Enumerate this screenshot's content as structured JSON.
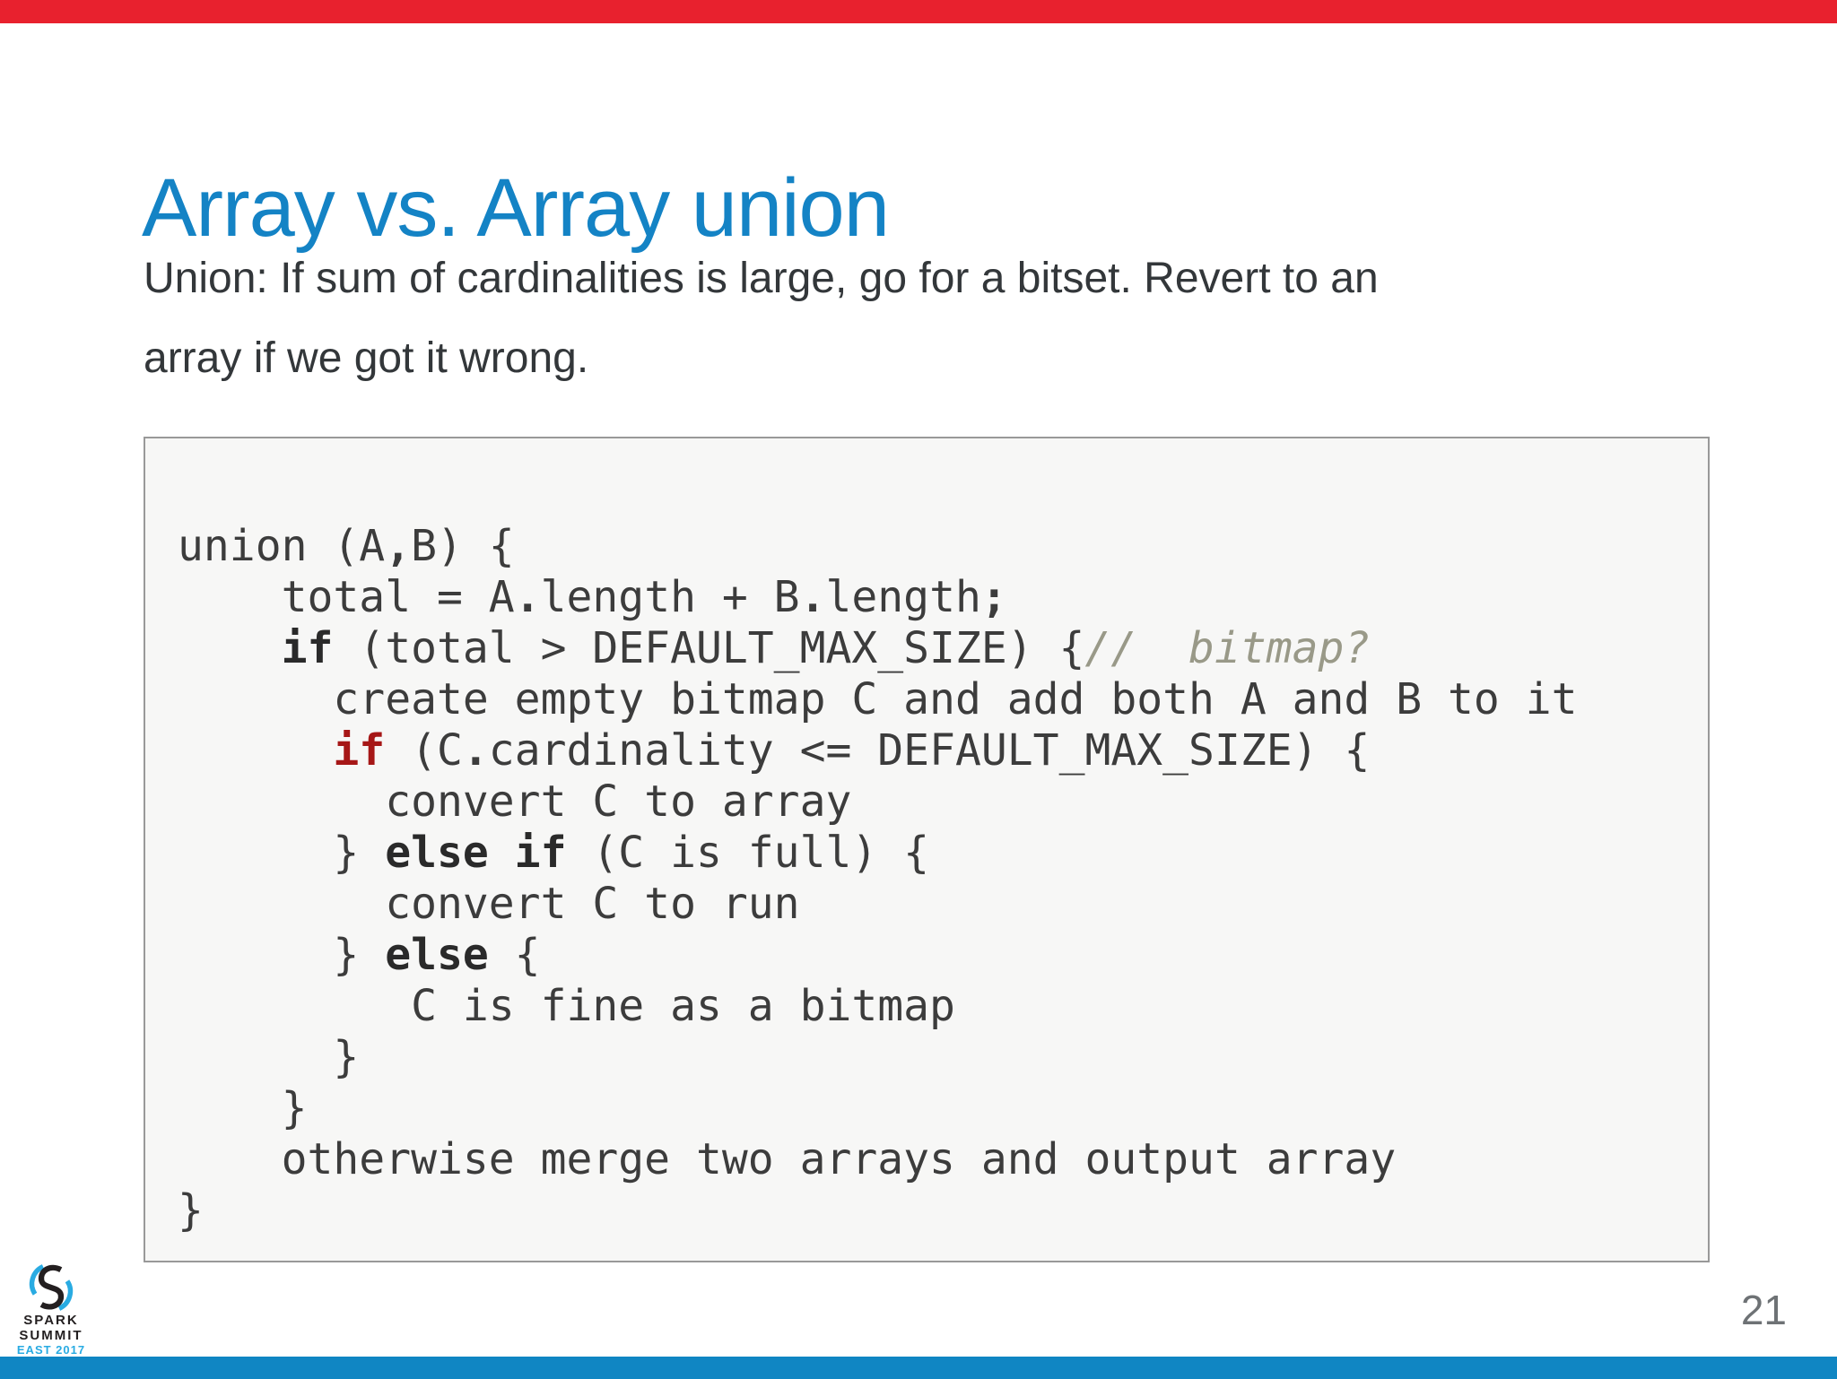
{
  "slide": {
    "title": "Array vs. Array union",
    "body_line1": "Union: If sum of cardinalities is large, go for a bitset. Revert to an",
    "body_line2": "array if we got it wrong.",
    "page_number": "21"
  },
  "logo": {
    "icon": "spark-summit-swirl-icon",
    "line1": "SPARK",
    "line2": "SUMMIT",
    "line3": "EAST 2017"
  },
  "colors": {
    "bar_red": "#e8212e",
    "bar_blue": "#1086c3",
    "title_blue": "#1483c5",
    "text_dark": "#33373a",
    "code_bg": "#f7f7f6",
    "code_border": "#999999",
    "code_text": "#3c3c3c",
    "keyword_black": "#2a2a2a",
    "keyword_red": "#a61717",
    "comment_gray": "#999988",
    "logo_black": "#231f20",
    "logo_blue": "#29abe2",
    "page_gray": "#6e7275"
  },
  "code": {
    "lines": [
      [
        {
          "t": "union (A",
          "s": "p"
        },
        {
          "t": ",",
          "s": "b"
        },
        {
          "t": "B) {",
          "s": "p"
        }
      ],
      [
        {
          "t": "    total = A",
          "s": "p"
        },
        {
          "t": ".",
          "s": "b"
        },
        {
          "t": "length + B",
          "s": "p"
        },
        {
          "t": ".",
          "s": "b"
        },
        {
          "t": "length",
          "s": "p"
        },
        {
          "t": ";",
          "s": "b"
        }
      ],
      [
        {
          "t": "    ",
          "s": "p"
        },
        {
          "t": "if",
          "s": "k"
        },
        {
          "t": " (total > DEFAULT_MAX_SIZE) {",
          "s": "p"
        },
        {
          "t": "//  bitmap?",
          "s": "c"
        }
      ],
      [
        {
          "t": "      create empty bitmap C and add both A and B to it",
          "s": "p"
        }
      ],
      [
        {
          "t": "      ",
          "s": "p"
        },
        {
          "t": "if",
          "s": "kr"
        },
        {
          "t": " (C",
          "s": "p"
        },
        {
          "t": ".",
          "s": "b"
        },
        {
          "t": "cardinality <= DEFAULT_MAX_SIZE) {",
          "s": "p"
        }
      ],
      [
        {
          "t": "        convert C to array",
          "s": "p"
        }
      ],
      [
        {
          "t": "      } ",
          "s": "p"
        },
        {
          "t": "else if",
          "s": "k"
        },
        {
          "t": " (C is full) {",
          "s": "p"
        }
      ],
      [
        {
          "t": "        convert C to run",
          "s": "p"
        }
      ],
      [
        {
          "t": "      } ",
          "s": "p"
        },
        {
          "t": "else",
          "s": "k"
        },
        {
          "t": " {",
          "s": "p"
        }
      ],
      [
        {
          "t": "         C is fine as a bitmap",
          "s": "p"
        }
      ],
      [
        {
          "t": "      }",
          "s": "p"
        }
      ],
      [
        {
          "t": "    }",
          "s": "p"
        }
      ],
      [
        {
          "t": "    otherwise merge two arrays and output array",
          "s": "p"
        }
      ],
      [
        {
          "t": "}",
          "s": "p"
        }
      ]
    ]
  }
}
